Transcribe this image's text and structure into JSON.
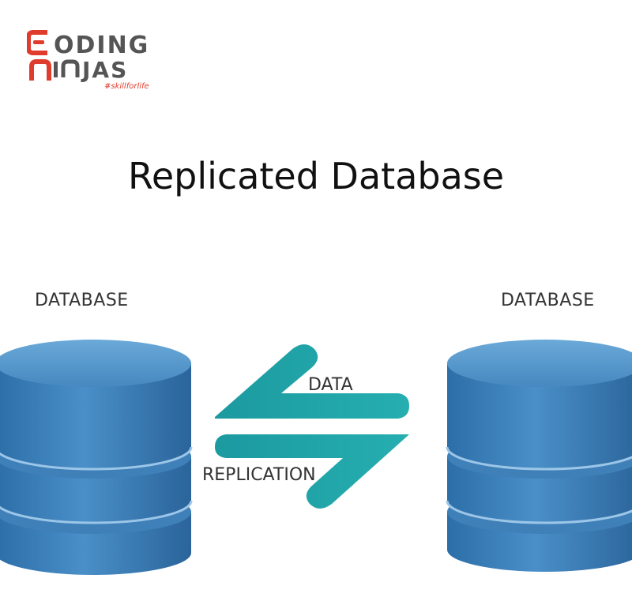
{
  "logo": {
    "line1": "ODING",
    "line2": "JAS",
    "tagline": "#skillforlife",
    "brand_color": "#e03c2d",
    "text_color": "#555555"
  },
  "title": "Replicated Database",
  "diagram": {
    "left_database_label": "DATABASE",
    "right_database_label": "DATABASE",
    "arrow_top_label": "DATA",
    "arrow_bottom_label": "REPLICATION",
    "cylinder_color": "#3a7fb7",
    "cylinder_top_color": "#5b9cd0",
    "arrow_color": "#1fa1a5"
  }
}
